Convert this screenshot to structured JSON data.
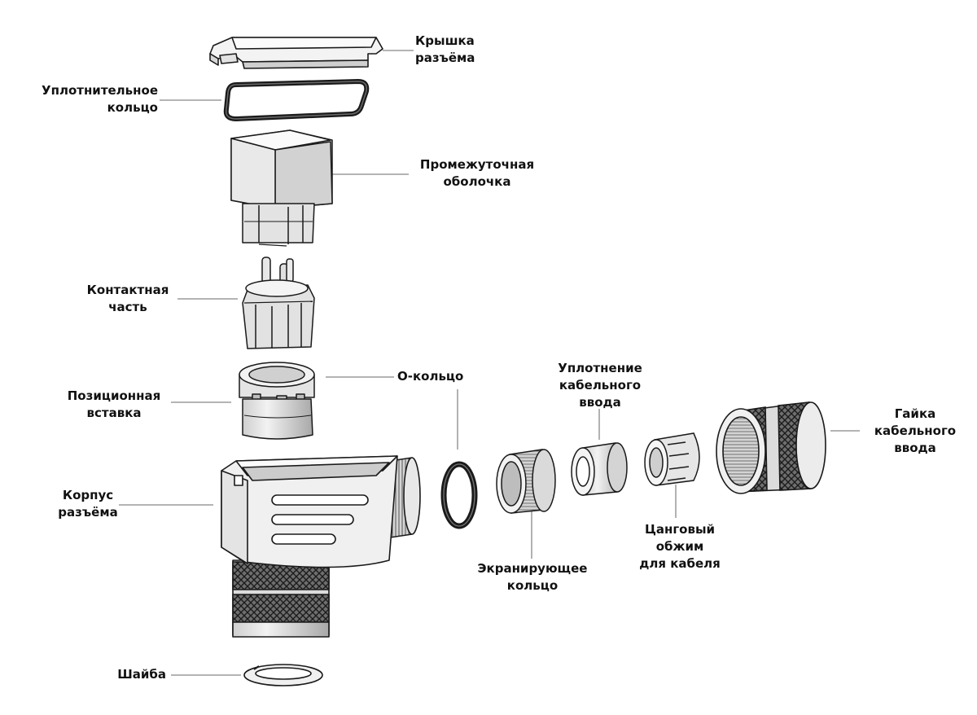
{
  "colors": {
    "line": "#1a1a1a",
    "leader": "#888888",
    "metal_light": "#e6e6e6",
    "metal_mid": "#bdbdbd",
    "metal_dark": "#7a7a7a",
    "text": "#111111"
  },
  "labels": {
    "cover": [
      "Крышка",
      "разъёма"
    ],
    "seal_ring": [
      "Уплотнительное",
      "кольцо"
    ],
    "intermediate_shell": [
      "Промежуточная",
      "оболочка"
    ],
    "contact_part": [
      "Контактная",
      "часть"
    ],
    "positioning_insert": [
      "Позиционная",
      "вставка"
    ],
    "o_ring": [
      "О-кольцо"
    ],
    "cable_gland_seal": [
      "Уплотнение",
      "кабельного",
      "ввода"
    ],
    "cable_gland_nut": [
      "Гайка",
      "кабельного",
      "ввода"
    ],
    "housing": [
      "Корпус",
      "разъёма"
    ],
    "collet": [
      "Цанговый",
      "обжим",
      "для кабеля"
    ],
    "shield_ring": [
      "Экранирующее",
      "кольцо"
    ],
    "washer": [
      "Шайба"
    ]
  }
}
